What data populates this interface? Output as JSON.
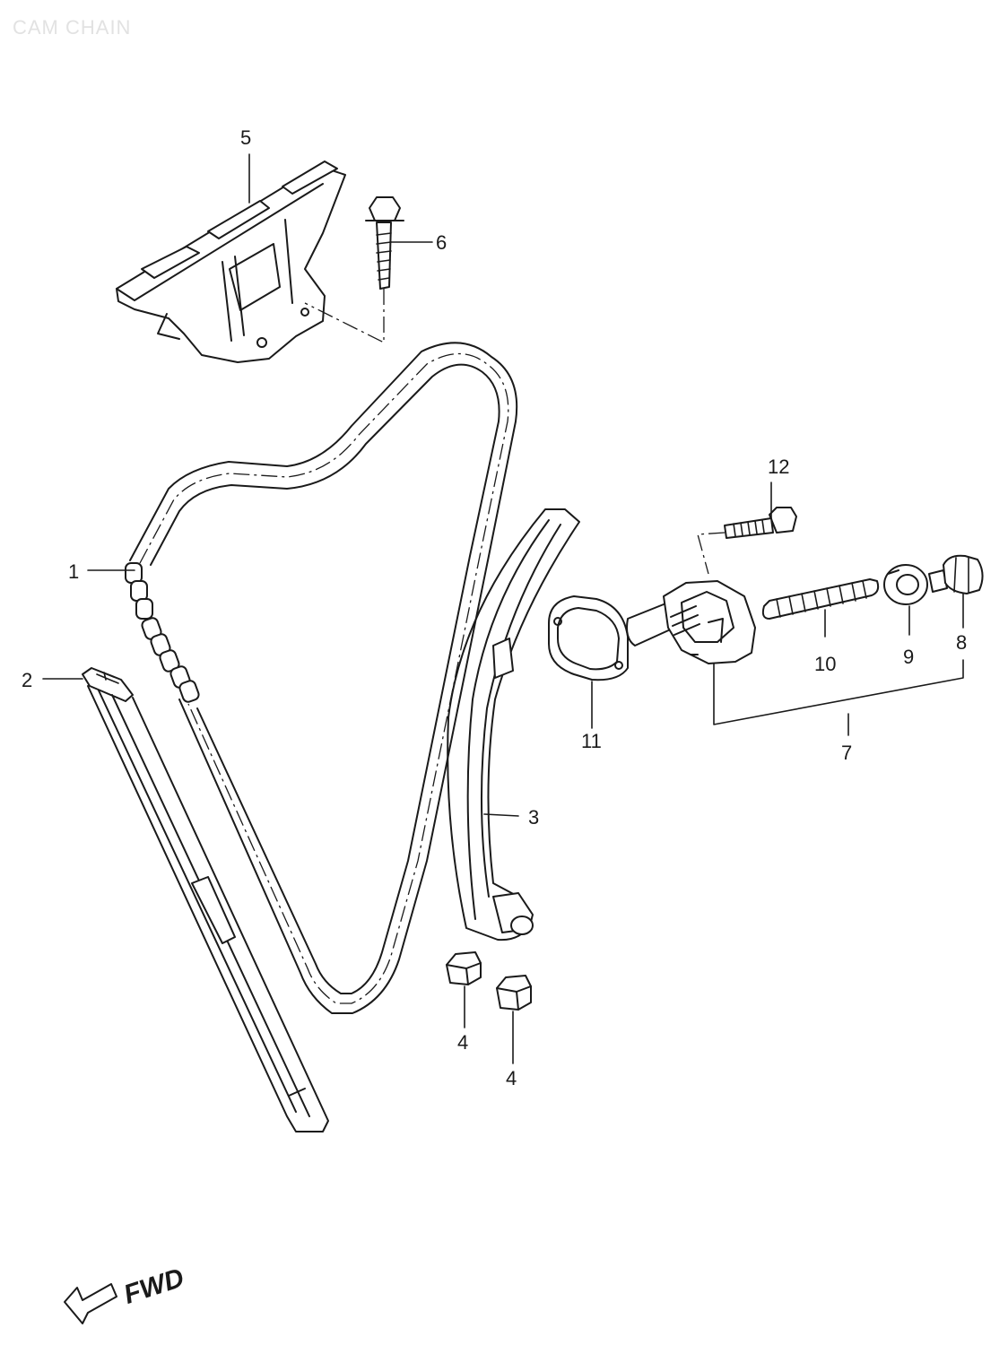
{
  "title": "CAM CHAIN",
  "callouts": {
    "c1": "1",
    "c2": "2",
    "c3": "3",
    "c4a": "4",
    "c4b": "4",
    "c5": "5",
    "c6": "6",
    "c7": "7",
    "c8": "8",
    "c9": "9",
    "c10": "10",
    "c11": "11",
    "c12": "12"
  },
  "direction_label": "FWD",
  "icons": {
    "direction": "left-arrow-icon"
  }
}
